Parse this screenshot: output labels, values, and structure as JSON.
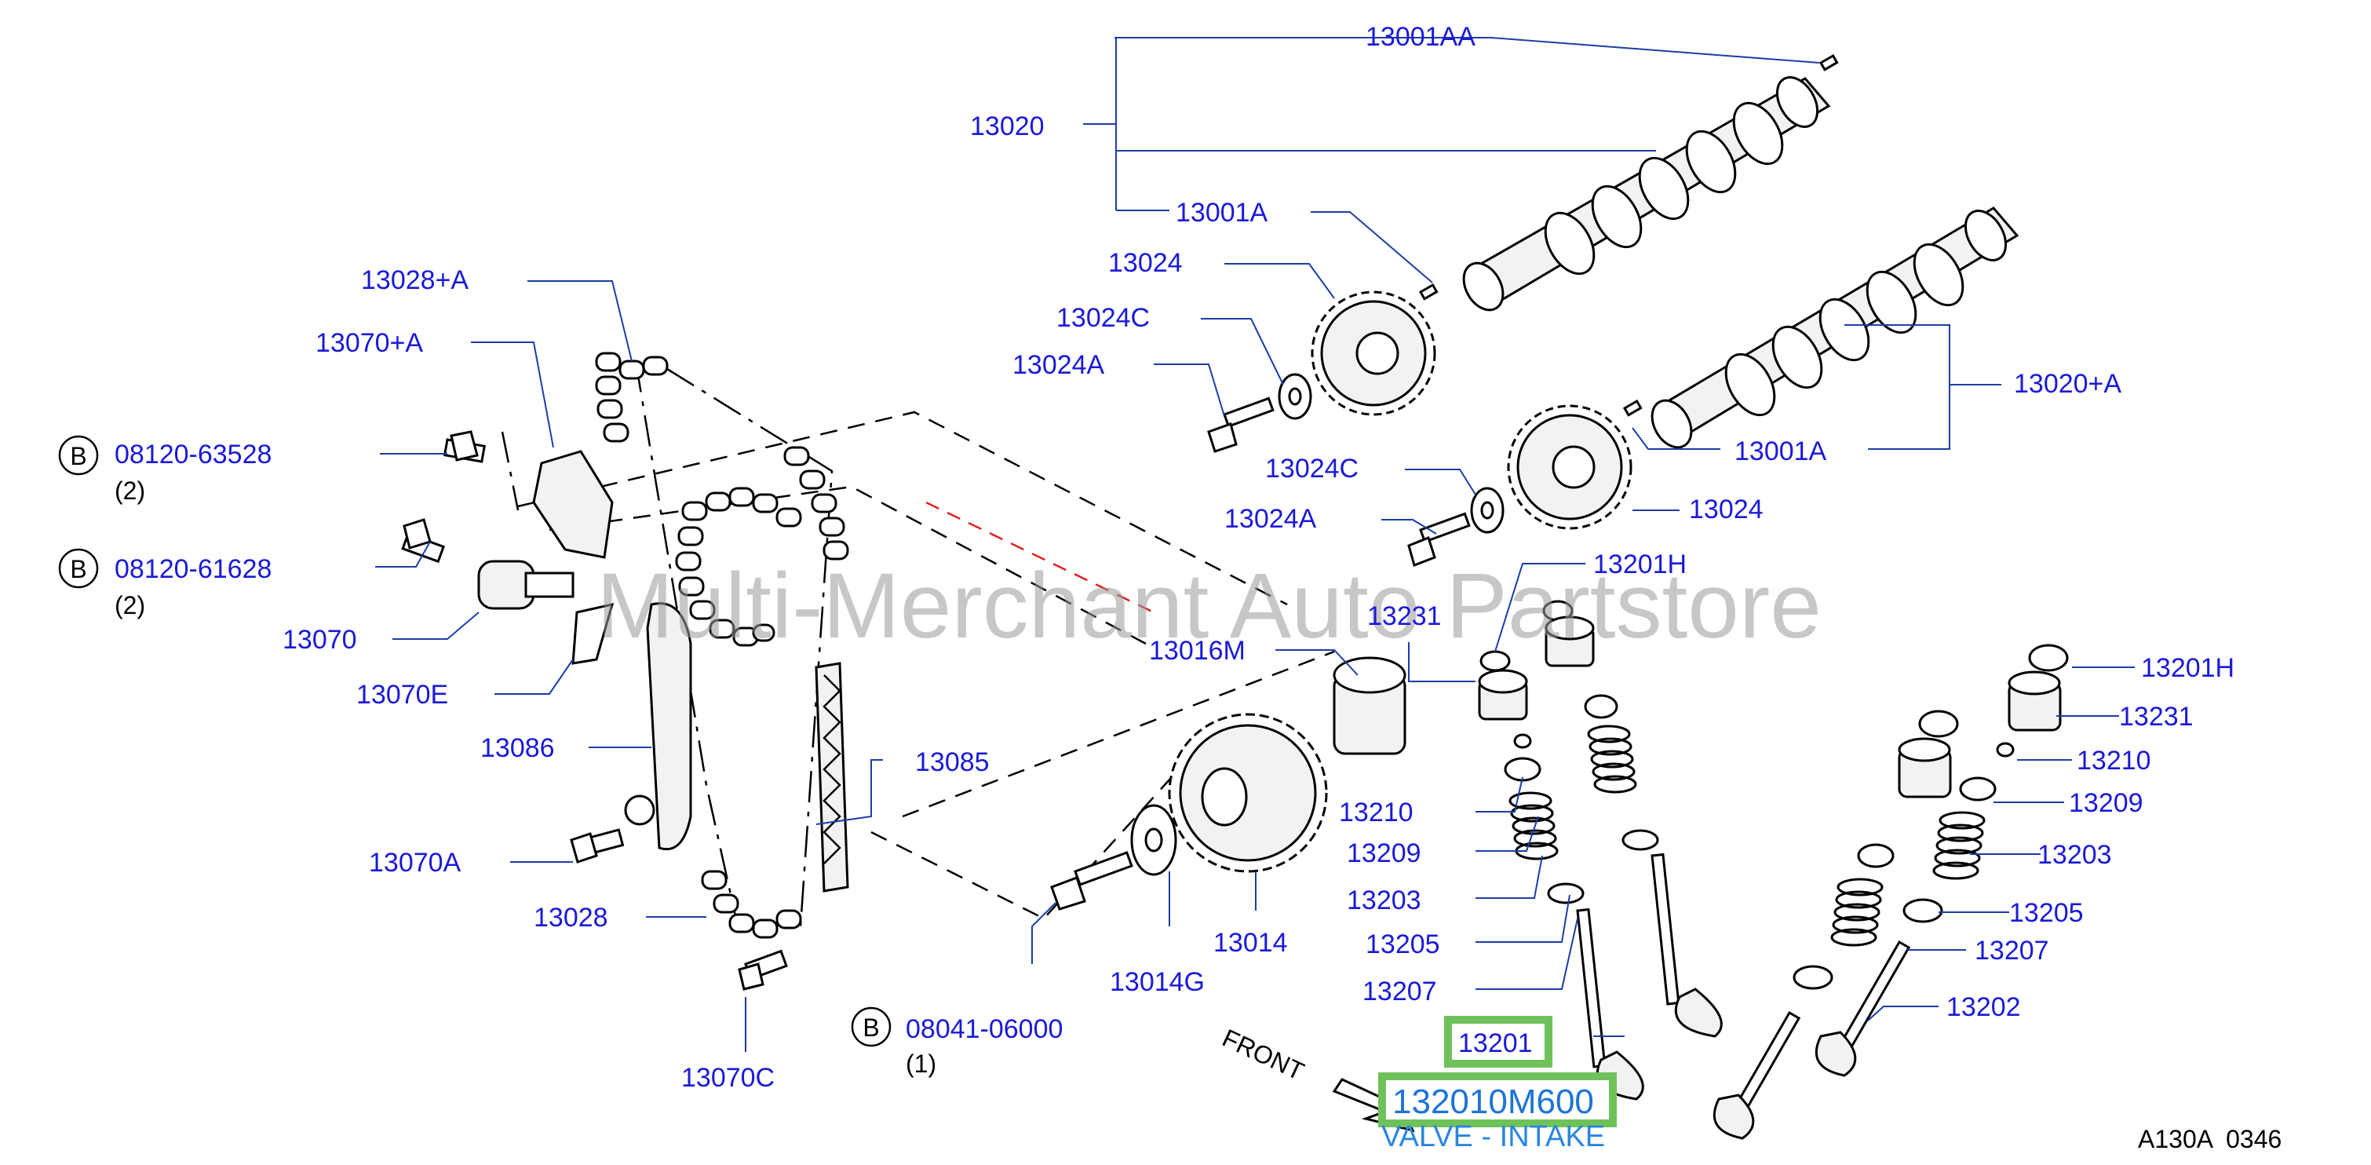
{
  "labels": {
    "l13001AA": "13001AA",
    "l13020": "13020",
    "l13001A_top": "13001A",
    "l13024_top": "13024",
    "l13024C_top": "13024C",
    "l13024A_top": "13024A",
    "l13020A": "13020+A",
    "l13001A_right": "13001A",
    "l13024C_mid": "13024C",
    "l13024_mid": "13024",
    "l13024A_mid": "13024A",
    "l13028A": "13028+A",
    "l13070A_plus": "13070+A",
    "l08120_63528": "08120-63528",
    "l08120_63528_qty": "(2)",
    "l08120_61628": "08120-61628",
    "l08120_61628_qty": "(2)",
    "l13070": "13070",
    "l13070E": "13070E",
    "l13086": "13086",
    "l13070A": "13070A",
    "l13028": "13028",
    "l13070C": "13070C",
    "l13085": "13085",
    "l13016M": "13016M",
    "l13014": "13014",
    "l13014G": "13014G",
    "l08041_06000": "08041-06000",
    "l08041_06000_qty": "(1)",
    "l13201H_left": "13201H",
    "l13231_left": "13231",
    "l13210_left": "13210",
    "l13209_left": "13209",
    "l13203_left": "13203",
    "l13205_left": "13205",
    "l13207_left": "13207",
    "l13201": "13201",
    "l13201H_right": "13201H",
    "l13231_right": "13231",
    "l13210_right": "13210",
    "l13209_right": "13209",
    "l13203_right": "13203",
    "l13205_right": "13205",
    "l13207_right": "13207",
    "l13202": "13202",
    "front": "FRONT",
    "circle_b": "B"
  },
  "highlight": {
    "part_number": "132010M600",
    "part_name": "VALVE - INTAKE",
    "color": "#6fc25a"
  },
  "watermark": "Multi-Merchant Auto Partstore",
  "diagram_code": "A130A  0346",
  "colors": {
    "label": "#1a1ad8",
    "leader": "#1a3ea8",
    "highlight_text": "#1e74d6"
  }
}
